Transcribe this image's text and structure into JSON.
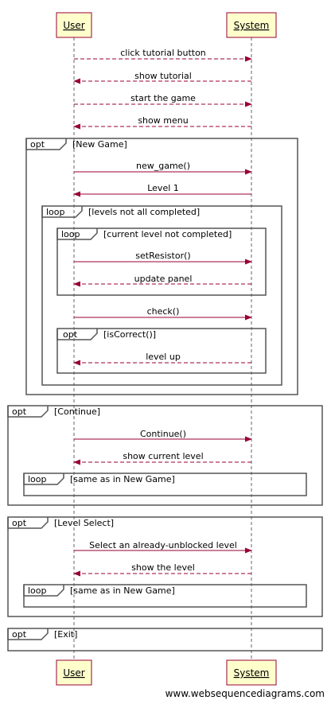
{
  "actors": [
    "User",
    "System"
  ],
  "messages": [
    {
      "label": "click tutorial button",
      "from": "User",
      "to": "System",
      "style": "dashed"
    },
    {
      "label": "show tutorial",
      "from": "System",
      "to": "User",
      "style": "dashed"
    },
    {
      "label": "start the game",
      "from": "User",
      "to": "System",
      "style": "dashed"
    },
    {
      "label": "show menu",
      "from": "System",
      "to": "User",
      "style": "dashed"
    },
    {
      "label": "new_game()",
      "from": "User",
      "to": "System",
      "style": "solid"
    },
    {
      "label": "Level 1",
      "from": "System",
      "to": "User",
      "style": "solid"
    },
    {
      "label": "setResistor()",
      "from": "User",
      "to": "System",
      "style": "solid"
    },
    {
      "label": "update panel",
      "from": "System",
      "to": "User",
      "style": "dashed"
    },
    {
      "label": "check()",
      "from": "User",
      "to": "System",
      "style": "solid"
    },
    {
      "label": "level up",
      "from": "System",
      "to": "User",
      "style": "dashed"
    },
    {
      "label": "Continue()",
      "from": "User",
      "to": "System",
      "style": "solid"
    },
    {
      "label": "show current level",
      "from": "System",
      "to": "User",
      "style": "dashed"
    },
    {
      "label": "Select an already-unblocked level",
      "from": "User",
      "to": "System",
      "style": "solid"
    },
    {
      "label": "show the level",
      "from": "System",
      "to": "User",
      "style": "dashed"
    }
  ],
  "fragments": [
    {
      "kind": "opt",
      "condition": "[New Game]"
    },
    {
      "kind": "loop",
      "condition": "[levels not all completed]"
    },
    {
      "kind": "loop",
      "condition": "[current level not completed]"
    },
    {
      "kind": "opt",
      "condition": "[isCorrect()]"
    },
    {
      "kind": "opt",
      "condition": "[Continue]"
    },
    {
      "kind": "loop",
      "condition": "[same as in New Game]"
    },
    {
      "kind": "opt",
      "condition": "[Level Select]"
    },
    {
      "kind": "loop",
      "condition": "[same as in New Game]"
    },
    {
      "kind": "opt",
      "condition": "[Exit]"
    }
  ],
  "footer": "www.websequencediagrams.com",
  "colors": {
    "actor_fill": "#ffffcc",
    "actor_border": "#990033",
    "arrow": "#990033",
    "frame": "#555555",
    "lifeline": "#666666"
  }
}
